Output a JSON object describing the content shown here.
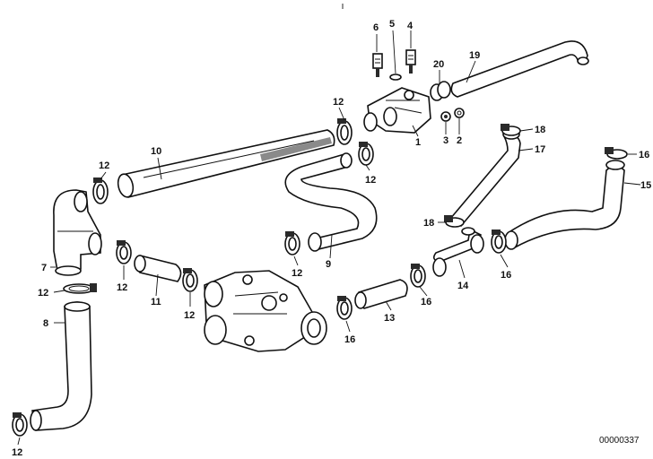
{
  "diagram": {
    "document_number": "00000337",
    "part_numbers": [
      "1",
      "2",
      "3",
      "4",
      "5",
      "6",
      "7",
      "8",
      "9",
      "10",
      "11",
      "12",
      "13",
      "14",
      "15",
      "16",
      "17",
      "18",
      "19",
      "20"
    ],
    "callouts": [
      {
        "id": "c-6",
        "text": "6"
      },
      {
        "id": "c-5",
        "text": "5"
      },
      {
        "id": "c-4",
        "text": "4"
      },
      {
        "id": "c-20",
        "text": "20"
      },
      {
        "id": "c-19",
        "text": "19"
      },
      {
        "id": "c-12a",
        "text": "12"
      },
      {
        "id": "c-1",
        "text": "1"
      },
      {
        "id": "c-3",
        "text": "3"
      },
      {
        "id": "c-2",
        "text": "2"
      },
      {
        "id": "c-18a",
        "text": "18"
      },
      {
        "id": "c-17",
        "text": "17"
      },
      {
        "id": "c-16a",
        "text": "16"
      },
      {
        "id": "c-15",
        "text": "15"
      },
      {
        "id": "c-10",
        "text": "10"
      },
      {
        "id": "c-12b",
        "text": "12"
      },
      {
        "id": "c-12c",
        "text": "12"
      },
      {
        "id": "c-18b",
        "text": "18"
      },
      {
        "id": "c-7",
        "text": "7"
      },
      {
        "id": "c-12d",
        "text": "12"
      },
      {
        "id": "c-9",
        "text": "9"
      },
      {
        "id": "c-12e",
        "text": "12"
      },
      {
        "id": "c-12f",
        "text": "12"
      },
      {
        "id": "c-11",
        "text": "11"
      },
      {
        "id": "c-12g",
        "text": "12"
      },
      {
        "id": "c-14",
        "text": "14"
      },
      {
        "id": "c-16b",
        "text": "16"
      },
      {
        "id": "c-13",
        "text": "13"
      },
      {
        "id": "c-16c",
        "text": "16"
      },
      {
        "id": "c-16d",
        "text": "16"
      },
      {
        "id": "c-8",
        "text": "8"
      },
      {
        "id": "c-12h",
        "text": "12"
      }
    ]
  }
}
